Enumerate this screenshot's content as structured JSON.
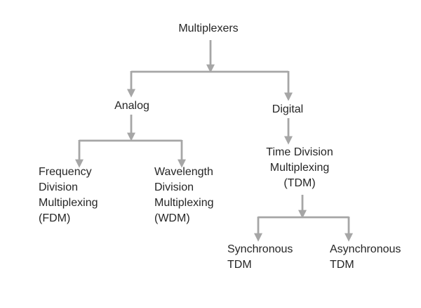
{
  "colors": {
    "line": "#a6a6a6",
    "text": "#262626",
    "background": "#ffffff"
  },
  "diagram": {
    "type": "tree",
    "title": "Multiplexers",
    "nodes": {
      "root": {
        "label": "Multiplexers"
      },
      "analog": {
        "label": "Analog"
      },
      "digital": {
        "label": "Digital"
      },
      "fdm": {
        "label": "Frequency\nDivision\nMultiplexing\n(FDM)"
      },
      "wdm": {
        "label": "Wavelength\nDivision\nMultiplexing\n(WDM)"
      },
      "tdm": {
        "label": "Time Division\nMultiplexing\n(TDM)"
      },
      "sync_tdm": {
        "label": "Synchronous\nTDM"
      },
      "async_tdm": {
        "label": "Asynchronous\nTDM"
      }
    },
    "edges": [
      {
        "from": "root",
        "to": "analog"
      },
      {
        "from": "root",
        "to": "digital"
      },
      {
        "from": "analog",
        "to": "fdm"
      },
      {
        "from": "analog",
        "to": "wdm"
      },
      {
        "from": "digital",
        "to": "tdm"
      },
      {
        "from": "tdm",
        "to": "sync_tdm"
      },
      {
        "from": "tdm",
        "to": "async_tdm"
      }
    ]
  }
}
